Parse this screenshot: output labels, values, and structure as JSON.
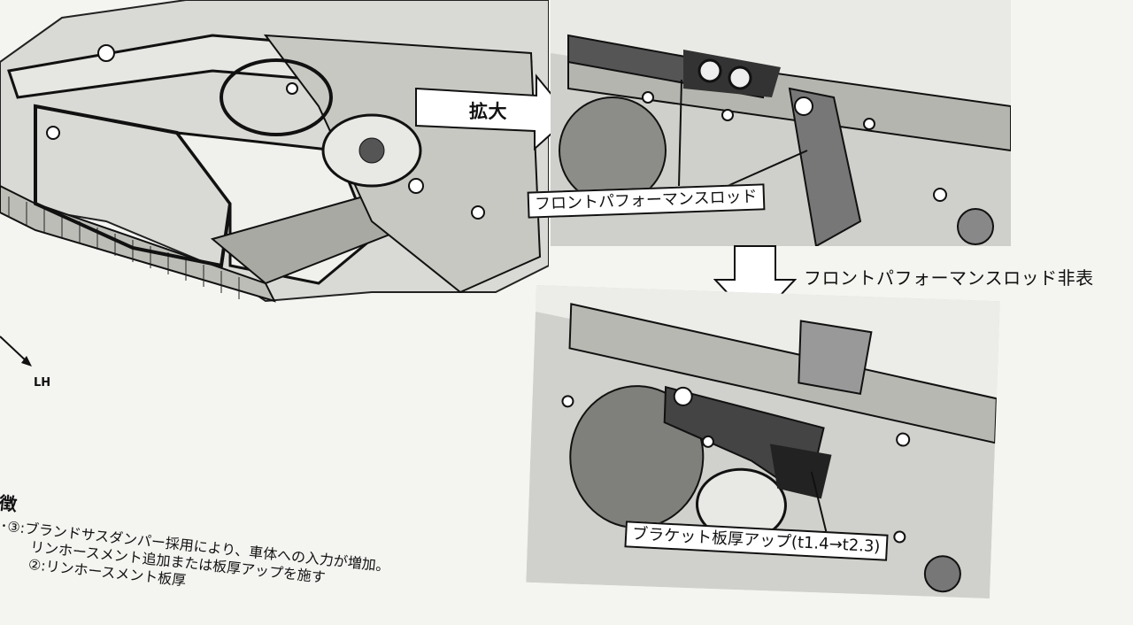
{
  "labels": {
    "enlarge": "拡大",
    "rod_callout": "フロントパフォーマンスロッド",
    "rod_not_used": "フロントパフォーマンスロッド非",
    "rod_not_used_tail": "表",
    "bracket_callout": "ブラケット板厚アップ(t1.4→t2.3)",
    "direction": "LH"
  },
  "notes": {
    "heading": "徴",
    "line1": "･③:ブランドサスダンパー採用により、車体への入力が増加。",
    "line2": "リンホースメント追加または板厚アップを施す",
    "line3": "②:リンホースメント板厚"
  }
}
